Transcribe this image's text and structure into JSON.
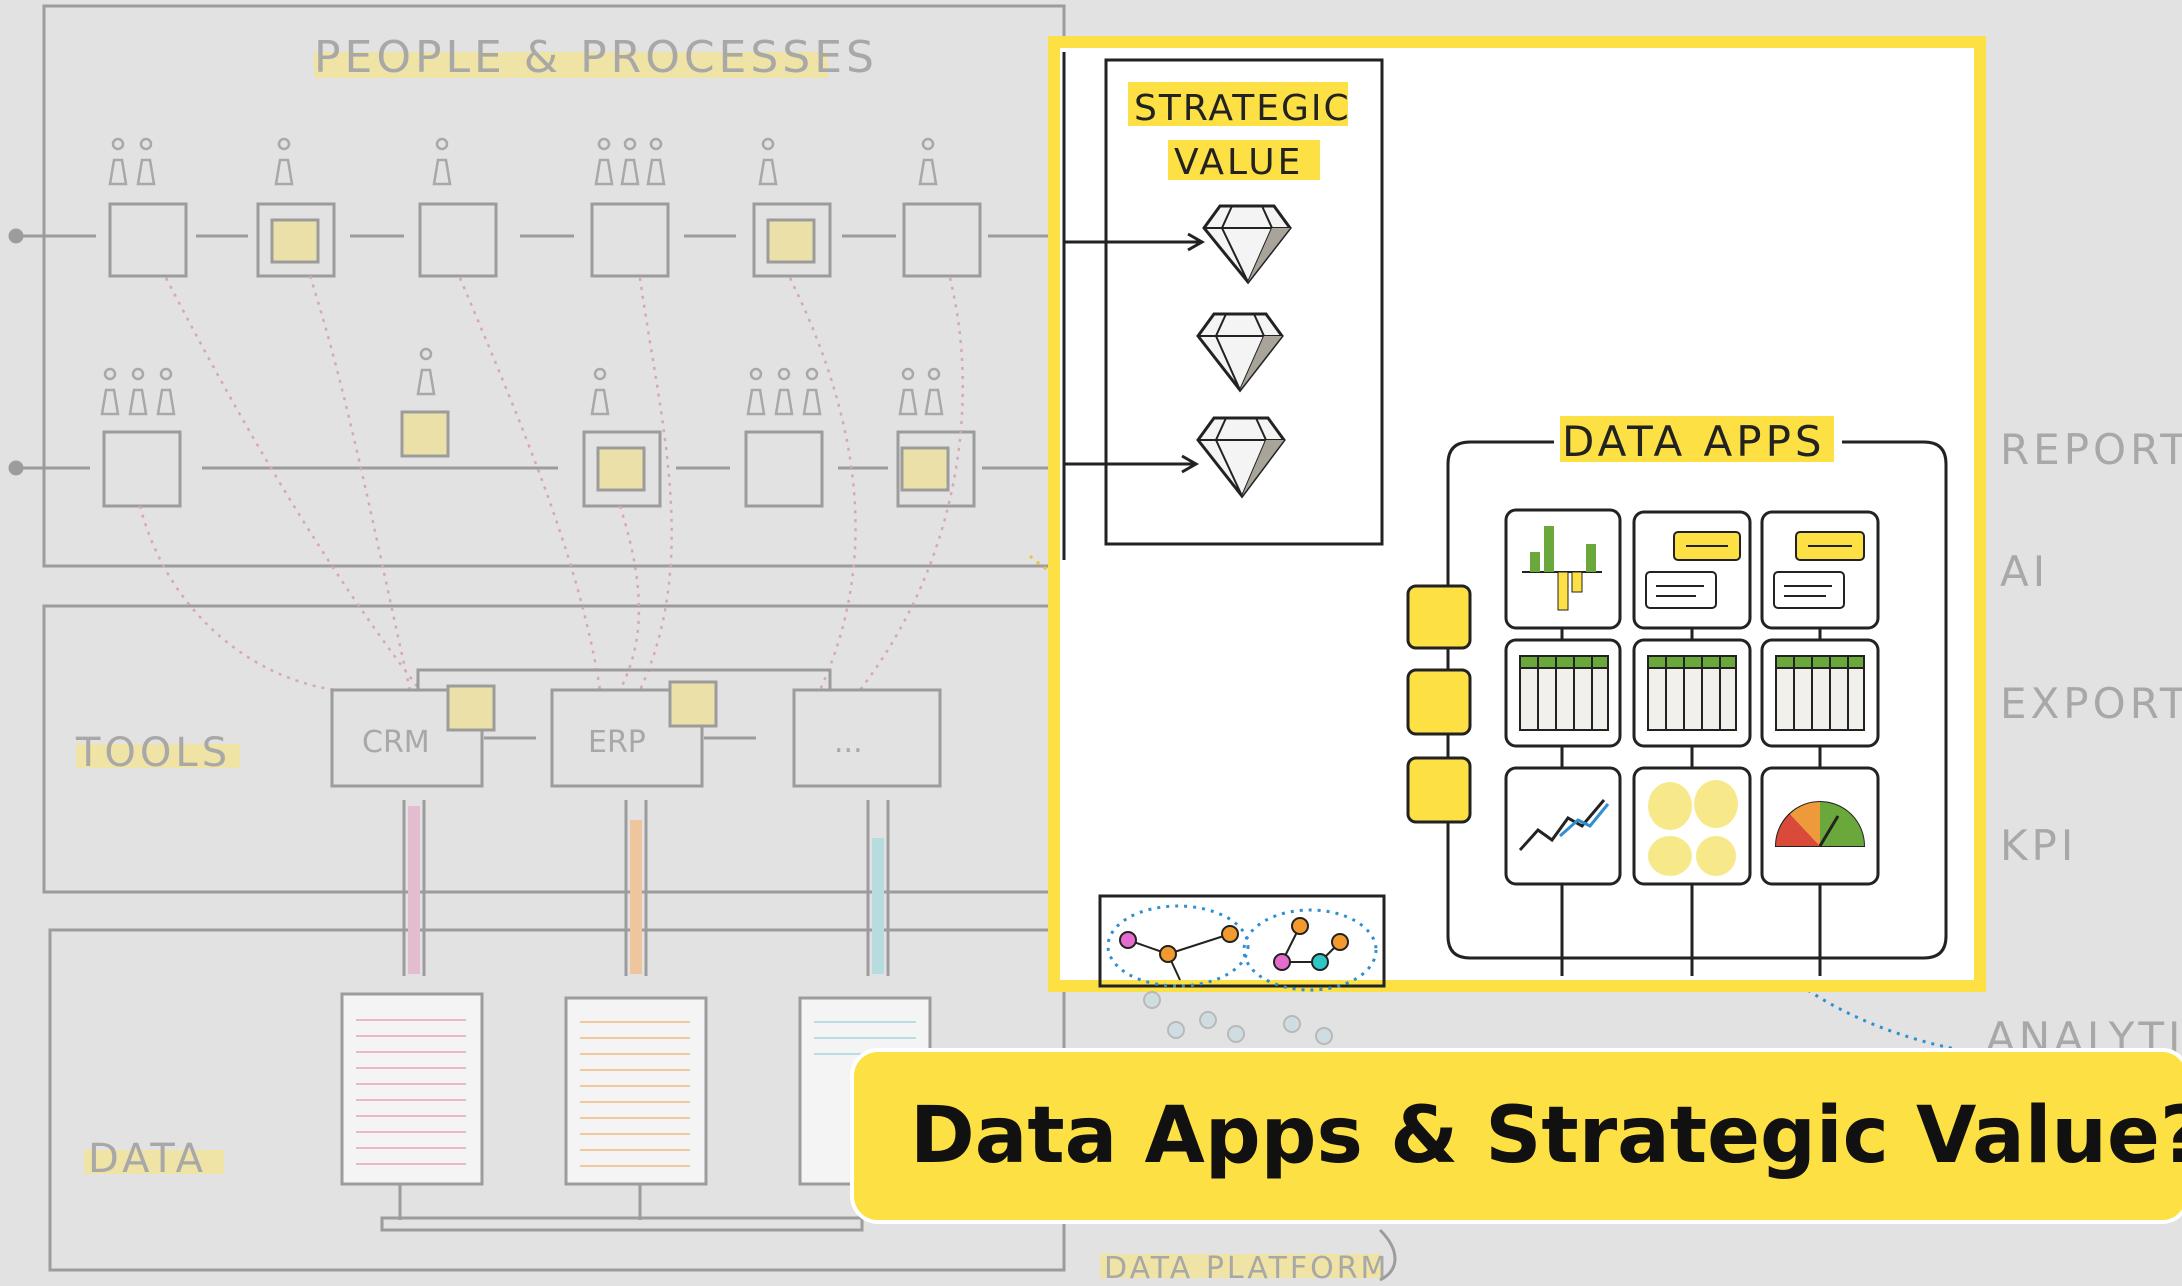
{
  "sections": {
    "people_processes": "PEOPLE & PROCESSES",
    "tools": "TOOLS",
    "data": "DATA",
    "data_platform": "DATA PLATFORM"
  },
  "tools": [
    "CRM",
    "ERP",
    "..."
  ],
  "strategic_value": {
    "line1": "STRATEGIC",
    "line2": "VALUE"
  },
  "data_apps": "DATA APPS",
  "outputs": [
    "REPORT",
    "AI",
    "EXPORT",
    "KPI",
    "ANALYTI"
  ],
  "banner": "Data Apps & Strategic Value?",
  "colors": {
    "accent_yellow": "#fde044",
    "sketch_gray": "#9a9a9a",
    "dotted_blue": "#2f8fd0",
    "frame": "#fde044"
  }
}
